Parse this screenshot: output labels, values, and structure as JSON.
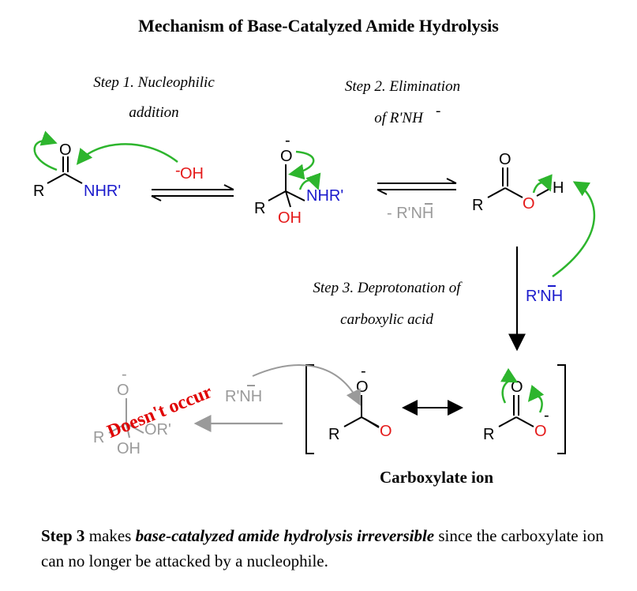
{
  "title": "Mechanism of Base-Catalyzed Amide Hydrolysis",
  "colors": {
    "arrow_green": "#2db52d",
    "oxygen_red": "#e41a1a",
    "nitrogen_blue": "#1a1acc",
    "faded_gray": "#9a9a9a",
    "stamp_red": "#e00000"
  },
  "steps": {
    "step1_line1": "Step 1. Nucleophilic",
    "step1_line2": "addition",
    "step2_line1": "Step 2. Elimination",
    "step2_line2": "of R'NH",
    "step2_charge": "-",
    "step3_line1": "Step 3. Deprotonation of",
    "step3_line2": "carboxylic acid"
  },
  "labels": {
    "R": "R",
    "O": "O",
    "OH": "OH",
    "H": "H",
    "NHR": "NHR'",
    "hydroxide": "OH",
    "neg": "-",
    "minus_leaving": "- R'NH",
    "base": "R'NH",
    "gray_reagent": "R'NH",
    "gray_OR": "OR'",
    "doesnt_occur": "Doesn't occur",
    "carboxylate_ion": "Carboxylate ion"
  },
  "caption": {
    "bold_start": "Step 3",
    "text1": " makes ",
    "bold_italic": "base-catalyzed amide hydrolysis irreversible",
    "text2": " since the carboxylate ion can no longer be attacked by a nucleophile."
  }
}
